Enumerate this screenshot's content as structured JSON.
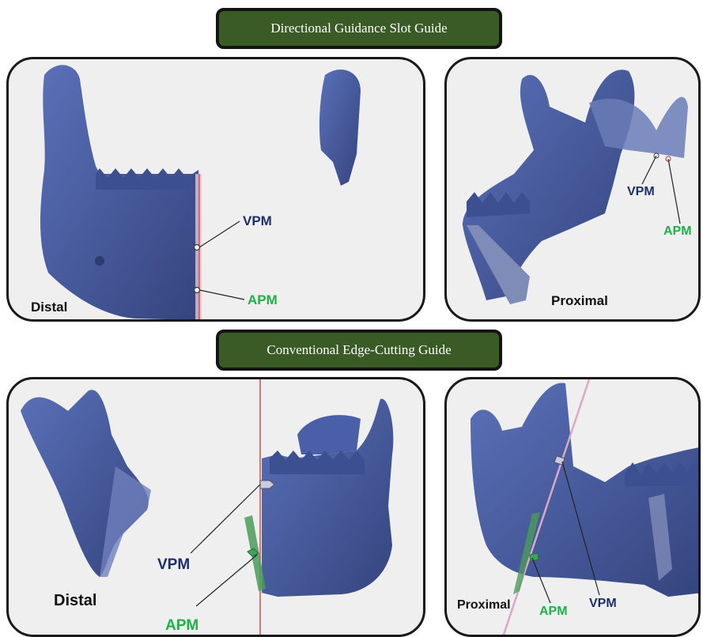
{
  "banners": {
    "top": "Directional Guidance Slot Guide",
    "bottom": "Conventional Edge-Cutting Guide"
  },
  "panels": {
    "top_left": {
      "side_label": "Distal",
      "vpm": "VPM",
      "apm": "APM"
    },
    "top_right": {
      "side_label": "Proximal",
      "vpm": "VPM",
      "apm": "APM"
    },
    "bottom_left": {
      "side_label": "Distal",
      "vpm": "VPM",
      "apm": "APM"
    },
    "bottom_right": {
      "side_label": "Proximal",
      "vpm": "VPM",
      "apm": "APM"
    }
  },
  "colors": {
    "bone": "#4a5fa8",
    "bone_dark": "#34447e",
    "banner_bg": "#3a5a26",
    "vpm_label": "#1d2f6b",
    "apm_label": "#1fb04a",
    "cut_plane": "#c0505a"
  }
}
